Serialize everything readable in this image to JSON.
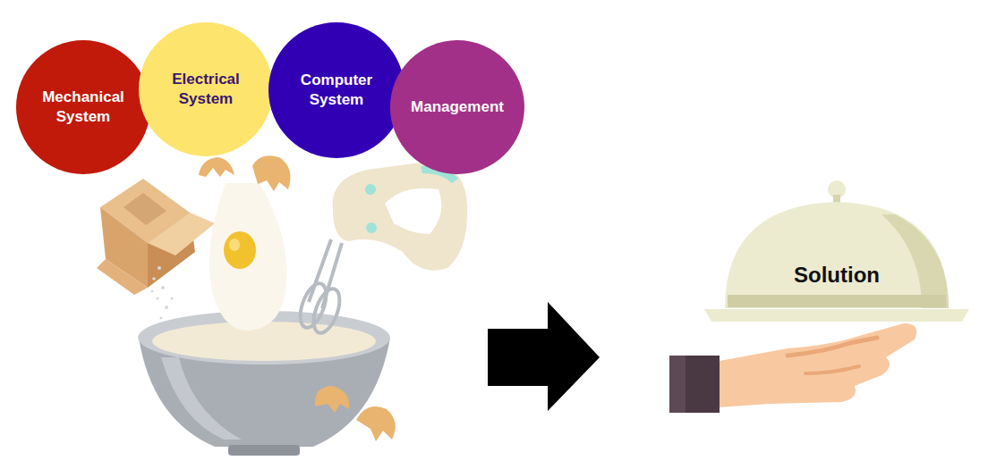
{
  "diagram": {
    "nodes": [
      {
        "text": [
          "Mechanical System"
        ]
      },
      {
        "text": [
          "Electrical System"
        ]
      },
      {
        "text": [
          "Computer System"
        ]
      },
      {
        "text": [
          "Management"
        ]
      },
      {
        "text": [
          "Solution"
        ]
      }
    ]
  }
}
